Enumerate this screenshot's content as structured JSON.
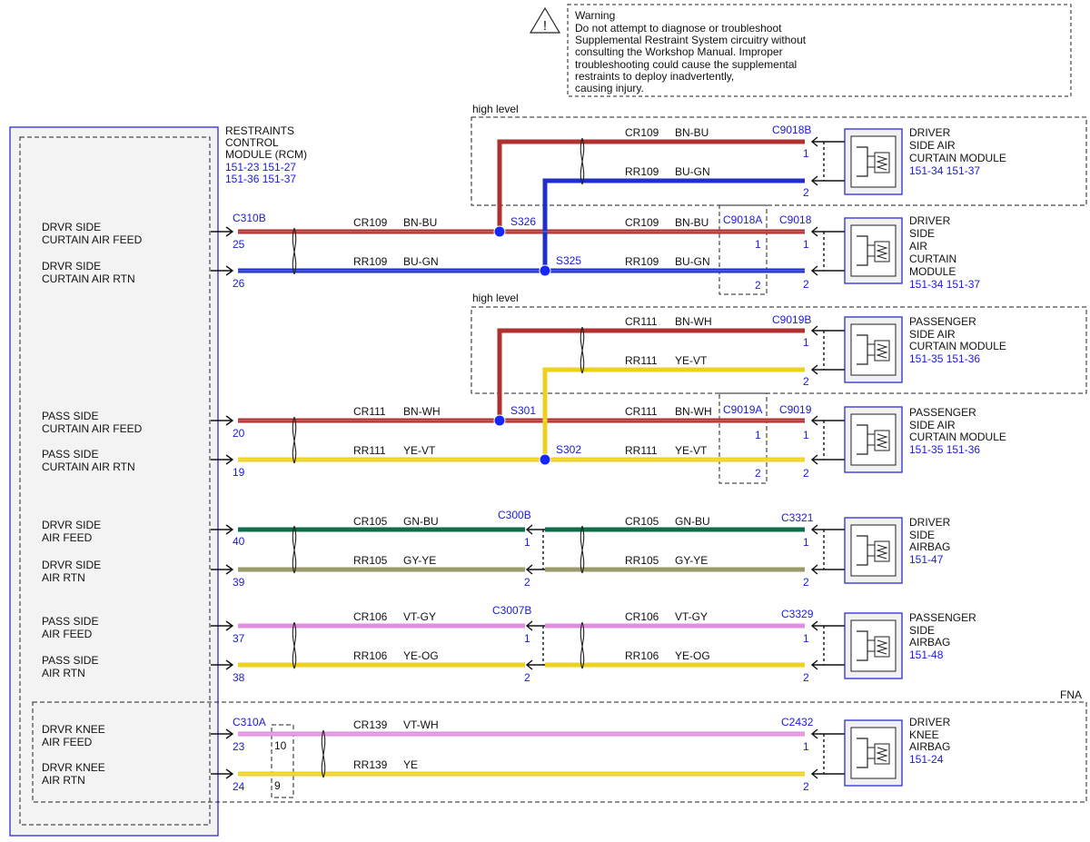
{
  "warning": {
    "lines": [
      "Warning",
      "Do not attempt to diagnose or troubleshoot",
      "Supplemental Restraint System circuitry without",
      "consulting the Workshop Manual. Improper",
      "troubleshooting could cause the supplemental",
      "restraints to deploy inadvertently,",
      "causing injury."
    ],
    "icon": "warning-triangle-icon"
  },
  "rcm": {
    "lines": [
      "RESTRAINTS",
      "CONTROL",
      "MODULE (RCM)"
    ],
    "refs": [
      "151-23  151-27",
      "151-36  151-37"
    ]
  },
  "region_labels": {
    "high_level_1": "high level",
    "high_level_2": "high level",
    "fna": "FNA"
  },
  "colors": {
    "red": "#b03030",
    "blue": "#1f2fc8",
    "yellow": "#ecd21e",
    "green": "#0e6e4a",
    "grey_ye": "#9a9a6a",
    "pink": "#e08ee0",
    "blue_text": "#1a1adb",
    "dot": "#1428ff"
  },
  "pin_labels": {
    "drvr_curtain_feed": [
      "DRVR SIDE",
      "CURTAIN AIR FEED"
    ],
    "drvr_curtain_rtn": [
      "DRVR SIDE",
      "CURTAIN AIR RTN"
    ],
    "pass_curtain_feed": [
      "PASS SIDE",
      "CURTAIN AIR FEED"
    ],
    "pass_curtain_rtn": [
      "PASS SIDE",
      "CURTAIN AIR RTN"
    ],
    "drvr_air_feed": [
      "DRVR SIDE",
      "AIR FEED"
    ],
    "drvr_air_rtn": [
      "DRVR SIDE",
      "AIR RTN"
    ],
    "pass_air_feed": [
      "PASS SIDE",
      "AIR FEED"
    ],
    "pass_air_rtn": [
      "PASS SIDE",
      "AIR RTN"
    ],
    "knee_feed": [
      "DRVR KNEE",
      "AIR FEED"
    ],
    "knee_rtn": [
      "DRVR KNEE",
      "AIR RTN"
    ]
  },
  "connectors": {
    "c310b": "C310B",
    "c310a": "C310A",
    "c9018b": "C9018B",
    "c9018a": "C9018A",
    "c9018": "C9018",
    "c9019b": "C9019B",
    "c9019a": "C9019A",
    "c9019": "C9019",
    "c300b": "C300B",
    "c3321": "C3321",
    "c3007b": "C3007B",
    "c3329": "C3329",
    "c2432": "C2432"
  },
  "pins": {
    "p25": "25",
    "p26": "26",
    "p20": "20",
    "p19": "19",
    "p40": "40",
    "p39": "39",
    "p37": "37",
    "p38": "38",
    "p23": "23",
    "p24": "24",
    "p1": "1",
    "p2": "2",
    "p10": "10",
    "p9": "9"
  },
  "splices": {
    "s326": "S326",
    "s325": "S325",
    "s301": "S301",
    "s302": "S302"
  },
  "circuits": {
    "cr109": "CR109",
    "rr109": "RR109",
    "cr111": "CR111",
    "rr111": "RR111",
    "cr105": "CR105",
    "rr105": "RR105",
    "cr106": "CR106",
    "rr106": "RR106",
    "cr139": "CR139",
    "rr139": "RR139"
  },
  "wire_colors": {
    "bn_bu": "BN-BU",
    "bu_gn": "BU-GN",
    "bn_wh": "BN-WH",
    "ye_vt": "YE-VT",
    "gn_bu": "GN-BU",
    "gy_ye": "GY-YE",
    "vt_gy": "VT-GY",
    "ye_og": "YE-OG",
    "vt_wh": "VT-WH",
    "ye": "YE"
  },
  "modules": {
    "drvr_curtain_b": {
      "lines": [
        "DRIVER",
        "SIDE AIR",
        "CURTAIN MODULE"
      ],
      "refs": "151-34  151-37"
    },
    "drvr_curtain": {
      "lines": [
        "DRIVER",
        "SIDE",
        "AIR",
        "CURTAIN",
        "MODULE"
      ],
      "refs": "151-34  151-37"
    },
    "pass_curtain_b": {
      "lines": [
        "PASSENGER",
        "SIDE AIR",
        "CURTAIN MODULE"
      ],
      "refs": "151-35  151-36"
    },
    "pass_curtain": {
      "lines": [
        "PASSENGER",
        "SIDE AIR",
        "CURTAIN MODULE"
      ],
      "refs": "151-35  151-36"
    },
    "drvr_airbag": {
      "lines": [
        "DRIVER",
        "SIDE",
        "AIRBAG"
      ],
      "refs": "151-47"
    },
    "pass_airbag": {
      "lines": [
        "PASSENGER",
        "SIDE",
        "AIRBAG"
      ],
      "refs": "151-48"
    },
    "knee_airbag": {
      "lines": [
        "DRIVER",
        "KNEE",
        "AIRBAG"
      ],
      "refs": "151-24"
    }
  }
}
